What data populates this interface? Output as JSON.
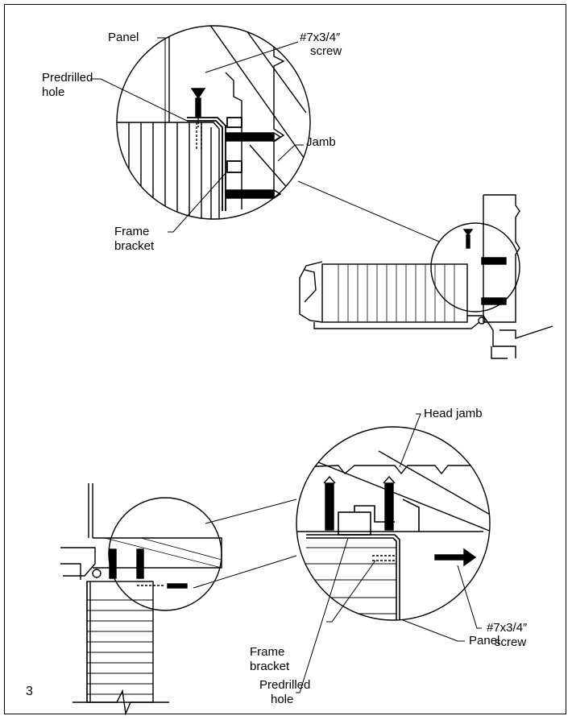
{
  "figure_number": "3",
  "top_detail": {
    "panel": "Panel",
    "screw_line1": "#7x3/4″",
    "screw_line2": "screw",
    "predrilled_line1": "Predrilled",
    "predrilled_line2": "hole",
    "jamb": "Jamb",
    "frame_line1": "Frame",
    "frame_line2": "bracket"
  },
  "bottom_detail": {
    "head_jamb": "Head jamb",
    "frame_line1": "Frame",
    "frame_line2": "bracket",
    "screw_line1": "#7x3/4″",
    "screw_line2": "screw",
    "predrilled_line1": "Predrilled",
    "predrilled_line2": "hole",
    "panel": "Panel"
  }
}
